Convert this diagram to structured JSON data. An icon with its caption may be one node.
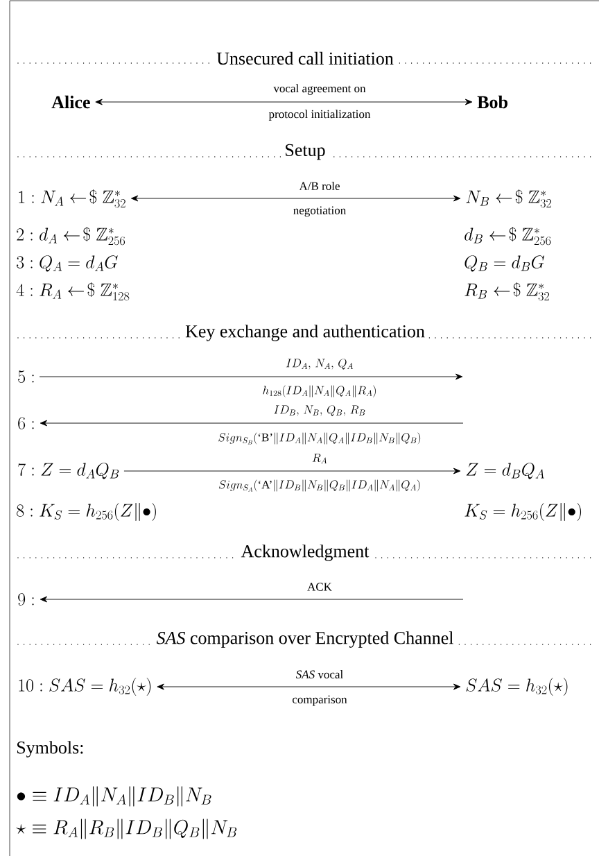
{
  "diagram": {
    "nodes": [
      {
        "text": [
          "Alice"
        ]
      },
      {
        "text": [
          "Bob"
        ]
      },
      {
        "text": [
          "1 : N_A \\leftarrow\\!\\$\\; \\mathbb{Z}^*_{32}"
        ]
      },
      {
        "text": [
          "N_B \\leftarrow\\!\\$\\; \\mathbb{Z}^*_{32}"
        ]
      },
      {
        "text": [
          "5 :"
        ]
      },
      {
        "text": [
          "6 :"
        ]
      },
      {
        "text": [
          "7 : Z = d_A Q_B"
        ]
      },
      {
        "text": [
          "Z = d_B Q_A"
        ]
      },
      {
        "text": [
          "9 :"
        ]
      },
      {
        "text": [
          "10 : SAS = h_{32}(\\star)"
        ]
      },
      {
        "text": [
          "SAS = h_{32}(\\star)"
        ]
      }
    ],
    "edges": [
      {
        "from": 0,
        "to": 1,
        "arrow": "both",
        "label": "vocal agreement on"
      },
      {
        "from": 2,
        "to": 3,
        "arrow": "both",
        "label": "A/B role"
      },
      {
        "from": 4,
        "to": null,
        "arrow": "to",
        "label": "ID_A,\\, N_A,\\, Q_A"
      },
      {
        "from": null,
        "to": 5,
        "arrow": "to",
        "label": "ID_B,\\, N_B,\\, Q_B,\\, R_B"
      },
      {
        "from": 6,
        "to": 7,
        "arrow": "to",
        "label": "R_A"
      },
      {
        "from": null,
        "to": 8,
        "arrow": "to",
        "label": "ACK"
      },
      {
        "from": 9,
        "to": 10,
        "arrow": "both",
        "label": "*SAS* vocal"
      }
    ],
    "labels": [
      "Unsecured call initiation",
      "protocol initialization",
      "Setup",
      "negotiation",
      "2 : d_A \\leftarrow\\!\\$\\; \\mathbb{Z}^*_{256}",
      "d_B \\leftarrow\\!\\$\\; \\mathbb{Z}^*_{256}",
      "3 : Q_A = d_A G",
      "Q_B = d_B G",
      "4 : R_A \\leftarrow\\!\\$\\; \\mathbb{Z}^*_{128}",
      "R_B \\leftarrow\\!\\$\\; \\mathbb{Z}^*_{32}",
      "Key exchange and authentication",
      "h_{128}(ID_A \\| N_A \\| Q_A \\| R_A)",
      "Sign_{S_B}(\\mbox{`B'} \\| ID_A \\| N_A \\| Q_A \\| ID_B \\| N_B \\| Q_B)",
      "Sign_{S_A}(\\mbox{`A'} \\| ID_B \\| N_B \\| Q_B \\| ID_A \\| N_A \\| Q_A)",
      "8 : K_S = h_{256}(Z \\| \\bullet)",
      "K_S = h_{256}(Z \\| \\bullet)",
      "Acknowledgment",
      "*SAS* comparison over Encrypted Channel",
      "comparison",
      "Symbols:",
      "\\bullet \\equiv ID_A \\| N_A \\| ID_B \\| N_B",
      "\\star \\equiv R_A \\| R_B \\| ID_B \\| Q_B \\| N_B"
    ]
  }
}
